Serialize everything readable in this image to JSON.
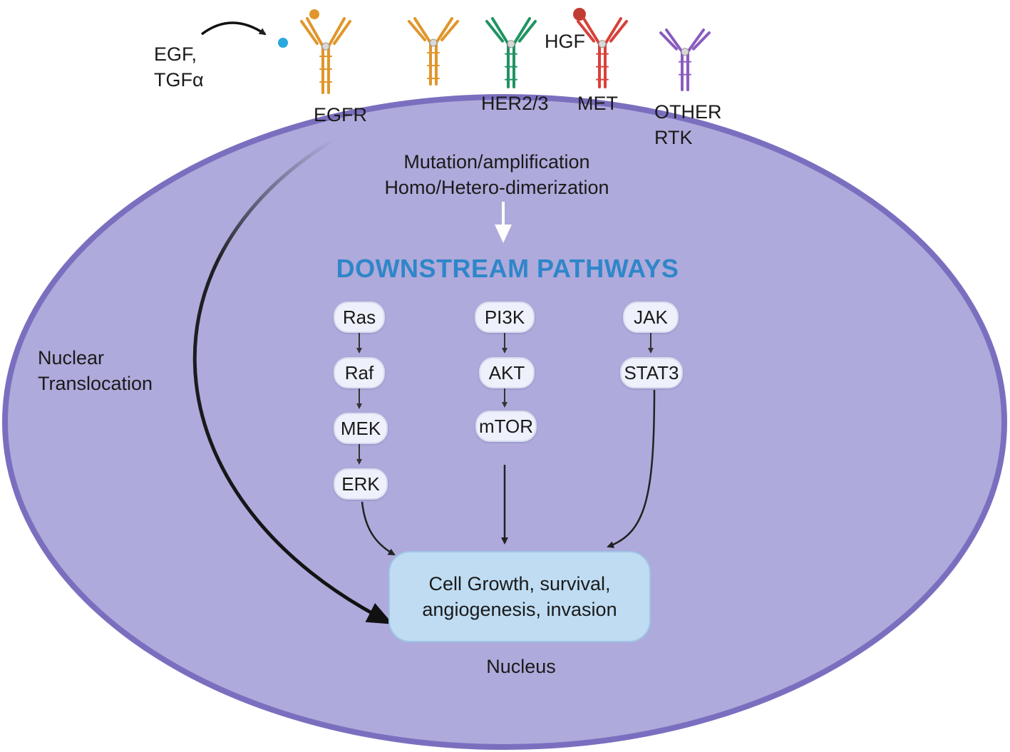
{
  "ligands": {
    "egf_tgfa": "EGF,\nTGFα",
    "hgf": "HGF"
  },
  "receptors": {
    "egfr": "EGFR",
    "her2_3": "HER2/3",
    "met": "MET",
    "other_rtk": "OTHER\nRTK"
  },
  "mechanism": "Mutation/amplification\nHomo/Hetero-dimerization",
  "downstream_title": "DOWNSTREAM PATHWAYS",
  "pathways": {
    "ras_path": [
      "Ras",
      "Raf",
      "MEK",
      "ERK"
    ],
    "pi3k_path": [
      "PI3K",
      "AKT",
      "mTOR"
    ],
    "jak_path": [
      "JAK",
      "STAT3"
    ]
  },
  "nuclear_translocation": "Nuclear\nTranslocation",
  "outcome": "Cell Growth, survival,\nangiogenesis, invasion",
  "nucleus_label": "Nucleus",
  "colors": {
    "cell_fill": "#aeaadb",
    "cell_border": "#7a6fbf",
    "egfr": "#e0962a",
    "her2_3": "#1f9461",
    "met": "#d9403a",
    "other_rtk": "#8a5bbf",
    "title": "#2f86c9"
  }
}
